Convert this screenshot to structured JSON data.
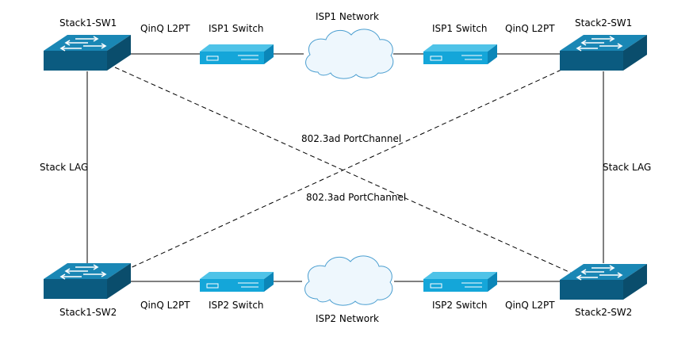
{
  "colors": {
    "switch_top": "#1a87b5",
    "switch_front": "#0b5b80",
    "switch_side": "#0a4d6c",
    "isp_top": "#4fc3e8",
    "isp_front": "#14a6d9",
    "isp_side": "#0b86b8",
    "cloud_fill": "#eef7fd",
    "cloud_stroke": "#4a9ed0",
    "link": "#000000"
  },
  "icons": {
    "core_switch": "l3-switch-icon",
    "isp_switch": "isp-switch-icon",
    "network": "cloud-icon"
  },
  "nodes": {
    "stack1_sw1": "Stack1-SW1",
    "stack2_sw1": "Stack2-SW1",
    "stack1_sw2": "Stack1-SW2",
    "stack2_sw2": "Stack2-SW2",
    "isp1_switch_left": "ISP1 Switch",
    "isp1_switch_right": "ISP1 Switch",
    "isp2_switch_left": "ISP2 Switch",
    "isp2_switch_right": "ISP2 Switch",
    "isp1_network": "ISP1 Network",
    "isp2_network": "ISP2 Network"
  },
  "links": {
    "qinq_top_left": "QinQ L2PT",
    "qinq_top_right": "QinQ L2PT",
    "qinq_bottom_left": "QinQ L2PT",
    "qinq_bottom_right": "QinQ L2PT",
    "stack_lag_left": "Stack LAG",
    "stack_lag_right": "Stack LAG",
    "portchannel_upper": "802.3ad PortChannel",
    "portchannel_lower": "802.3ad PortChannel"
  }
}
